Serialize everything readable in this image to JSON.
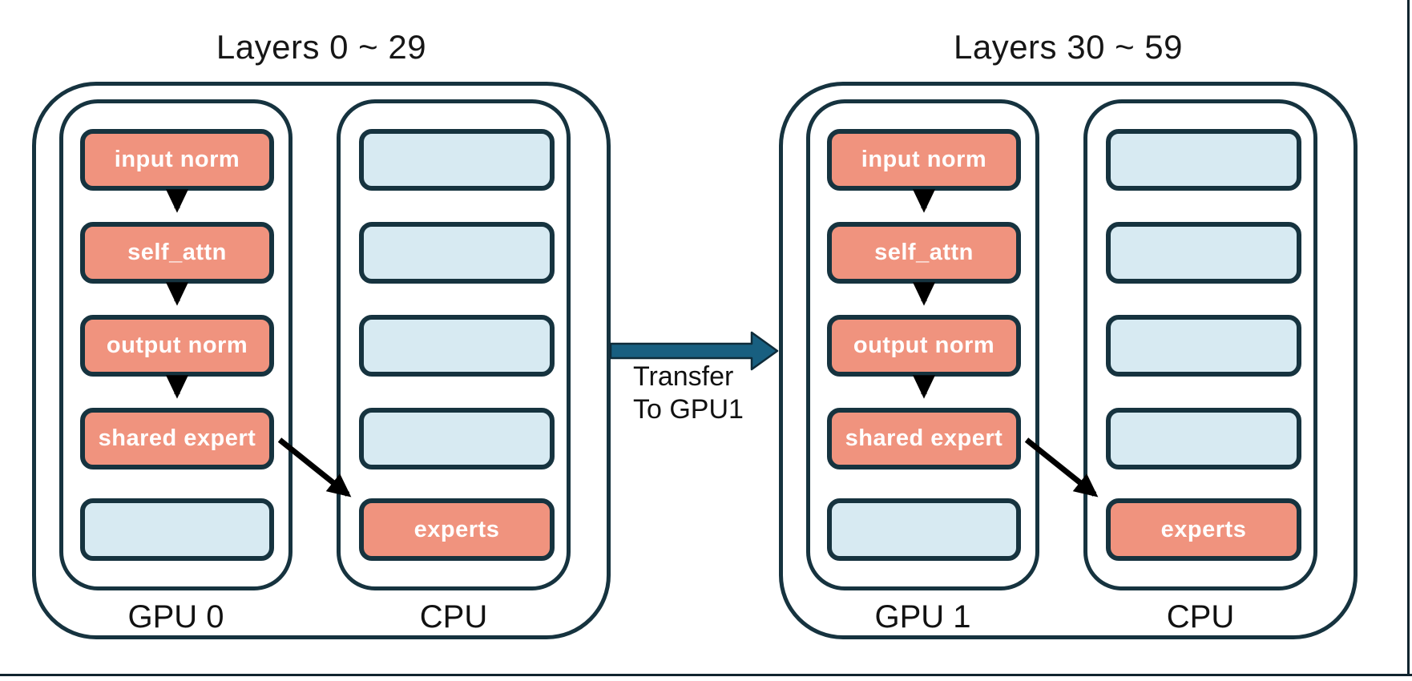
{
  "groups": [
    {
      "title": "Layers 0 ~ 29",
      "gpu": {
        "label": "GPU 0",
        "blocks": [
          "input norm",
          "self_attn",
          "output norm",
          "shared expert"
        ],
        "empty_slots": 1
      },
      "cpu": {
        "label": "CPU",
        "blocks": [
          "experts"
        ],
        "empty_slots": 4
      }
    },
    {
      "title": "Layers 30 ~ 59",
      "gpu": {
        "label": "GPU 1",
        "blocks": [
          "input norm",
          "self_attn",
          "output norm",
          "shared expert"
        ],
        "empty_slots": 1
      },
      "cpu": {
        "label": "CPU",
        "blocks": [
          "experts"
        ],
        "empty_slots": 4
      }
    }
  ],
  "transfer": {
    "line1": "Transfer",
    "line2": "To GPU1"
  },
  "colors": {
    "border_navy": "#16333F",
    "block_salmon": "#F0937E",
    "block_light_blue": "#D7EAF2",
    "transfer_arrow_fill": "#185F80",
    "transfer_arrow_stroke": "#0E2B39",
    "flow_arrow_black": "#000000",
    "page_edge": "#10242e",
    "background": "#ffffff"
  }
}
